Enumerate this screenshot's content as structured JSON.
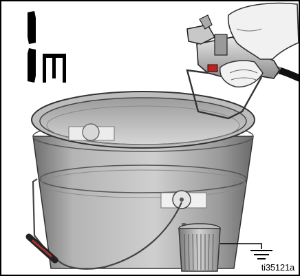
{
  "figure": {
    "id_label": "ti35121a",
    "display": {
      "icon": "lcd-digit-1-minute-icon",
      "value": "1",
      "unit": "m"
    },
    "icons": [
      "spray-gun-icon",
      "hand-icon",
      "hose-icon",
      "metal-pail-icon",
      "pail-lid-icon",
      "ground-clamp-wire-icon",
      "ground-symbol-icon"
    ]
  }
}
